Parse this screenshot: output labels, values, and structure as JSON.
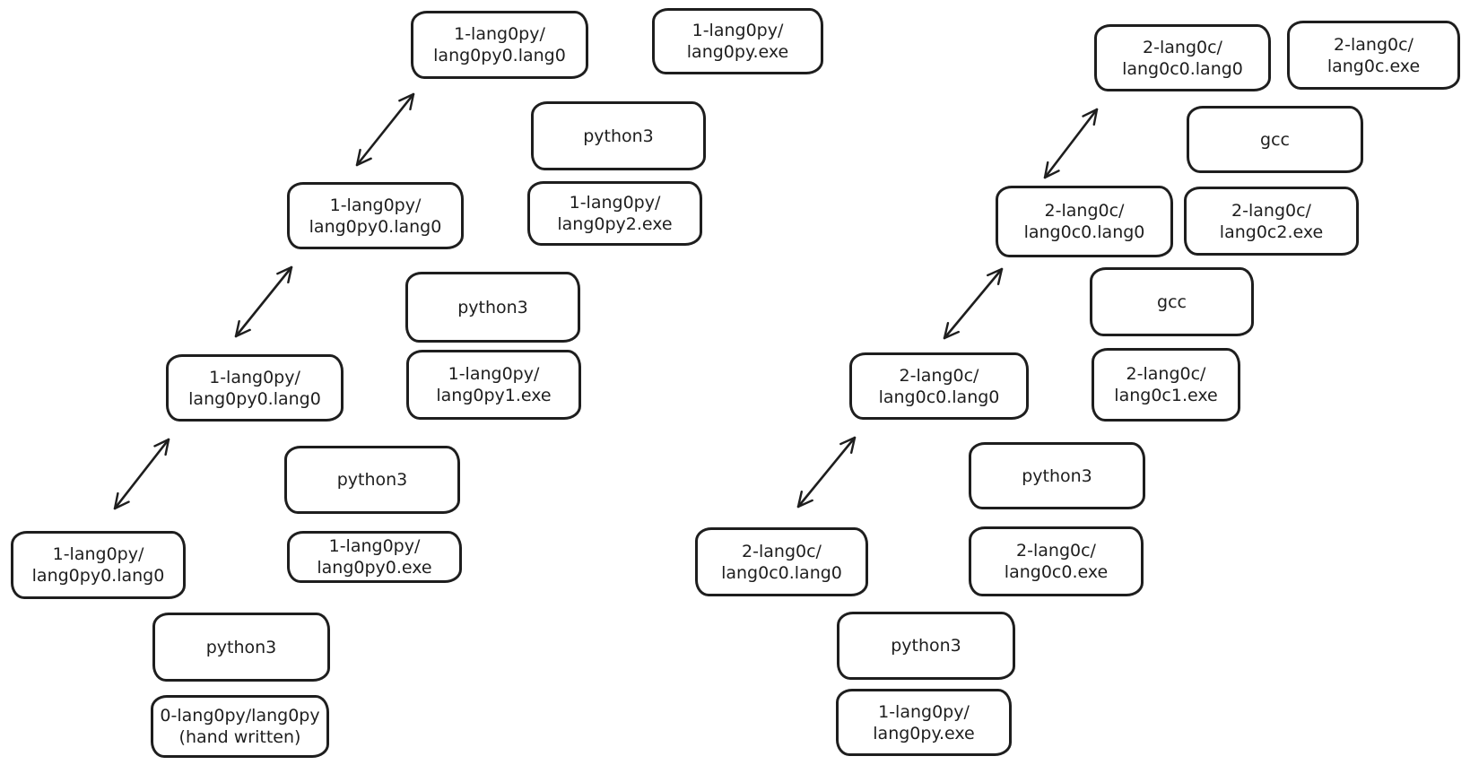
{
  "canvas": {
    "background": "#ffffff",
    "stroke_color": "#1e1e1e",
    "box_fill": "#ffffff"
  },
  "icons": {
    "connector": "double-headed-arrow"
  },
  "chains": {
    "left": {
      "stages": [
        {
          "source": "1-lang0py/\nlang0py0.lang0",
          "runner": "python3",
          "artifact": "0-lang0py/lang0py\n(hand written)"
        },
        {
          "source": "1-lang0py/\nlang0py0.lang0",
          "runner": "python3",
          "artifact": "1-lang0py/\nlang0py0.exe"
        },
        {
          "source": "1-lang0py/\nlang0py0.lang0",
          "runner": "python3",
          "artifact": "1-lang0py/\nlang0py1.exe"
        },
        {
          "source": "1-lang0py/\nlang0py0.lang0",
          "runner": "python3",
          "artifact": "1-lang0py/\nlang0py2.exe"
        }
      ],
      "output": "1-lang0py/\nlang0py.exe"
    },
    "right": {
      "stages": [
        {
          "source": "2-lang0c/\nlang0c0.lang0",
          "runner": "python3",
          "artifact": "1-lang0py/\nlang0py.exe"
        },
        {
          "source": "2-lang0c/\nlang0c0.lang0",
          "runner": "python3",
          "artifact": "2-lang0c/\nlang0c0.exe"
        },
        {
          "source": "2-lang0c/\nlang0c0.lang0",
          "runner": "gcc",
          "artifact": "2-lang0c/\nlang0c1.exe"
        },
        {
          "source": "2-lang0c/\nlang0c0.lang0",
          "runner": "gcc",
          "artifact": "2-lang0c/\nlang0c2.exe"
        }
      ],
      "output": "2-lang0c/\nlang0c.exe"
    }
  }
}
